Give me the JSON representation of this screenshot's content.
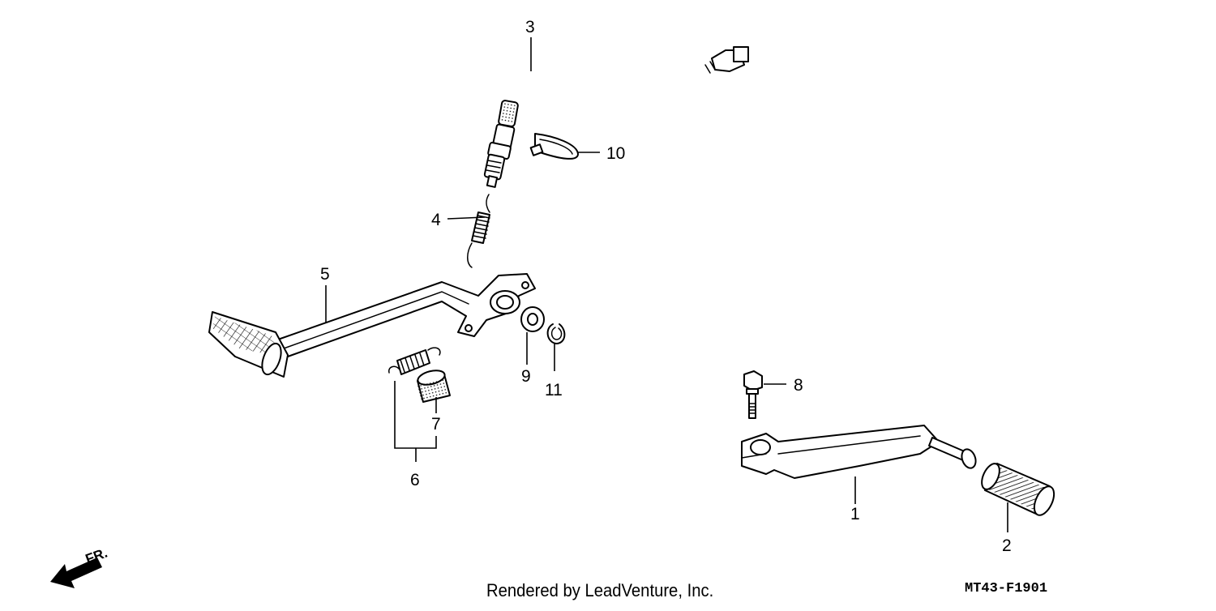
{
  "diagram": {
    "callouts": [
      {
        "id": "1",
        "label": "1"
      },
      {
        "id": "2",
        "label": "2"
      },
      {
        "id": "3",
        "label": "3"
      },
      {
        "id": "4",
        "label": "4"
      },
      {
        "id": "5",
        "label": "5"
      },
      {
        "id": "6",
        "label": "6"
      },
      {
        "id": "7",
        "label": "7"
      },
      {
        "id": "8",
        "label": "8"
      },
      {
        "id": "9",
        "label": "9"
      },
      {
        "id": "10",
        "label": "10"
      },
      {
        "id": "11",
        "label": "11"
      }
    ],
    "direction_marker": "FR.",
    "footer_credit": "Rendered by LeadVenture, Inc.",
    "footer_code": "MT43-F1901"
  }
}
